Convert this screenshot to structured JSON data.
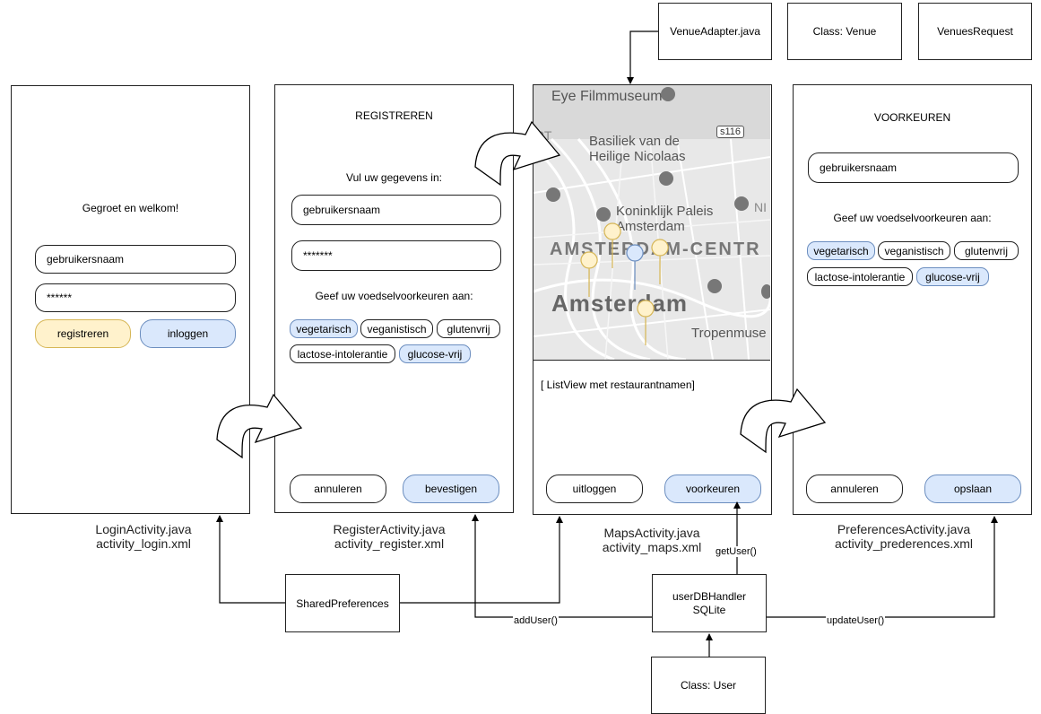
{
  "top_boxes": {
    "venue_adapter": "VenueAdapter.java",
    "class_venue": "Class: Venue",
    "venues_request": "VenuesRequest"
  },
  "login": {
    "greeting": "Gegroet en welkom!",
    "username": "gebruikersnaam",
    "password": "******",
    "register_button": "registreren",
    "login_button": "inloggen",
    "caption_line1": "LoginActivity.java",
    "caption_line2": "activity_login.xml"
  },
  "register": {
    "title": "REGISTREREN",
    "instruction": "Vul uw gegevens in:",
    "username": "gebruikersnaam",
    "password": "*******",
    "pref_label": "Geef uw voedselvoorkeuren aan:",
    "chips": [
      "vegetarisch",
      "veganistisch",
      "glutenvrij",
      "lactose-intolerantie",
      "glucose-vrij"
    ],
    "cancel_button": "annuleren",
    "confirm_button": "bevestigen",
    "caption_line1": "RegisterActivity.java",
    "caption_line2": "activity_register.xml"
  },
  "maps": {
    "map_labels": {
      "eye": "Eye Filmmuseum",
      "basiliek_1": "Basiliek van de",
      "basiliek_2": "Heilige Nicolaas",
      "paleis_1": "Koninklijk Paleis",
      "paleis_2": "Amsterdam",
      "centrum": "AMSTERDAM-CENTR",
      "amsterdam": "Amsterdam",
      "tropen": "Tropenmuse",
      "route": "s116",
      "edge_ns": "NI",
      "edge_ort": "RT"
    },
    "list_placeholder": "[ ListView met restaurantnamen]",
    "logout_button": "uitloggen",
    "preferences_button": "voorkeuren",
    "caption_line1": "MapsActivity.java",
    "caption_line2": "activity_maps.xml"
  },
  "preferences": {
    "title": "VOORKEUREN",
    "username": "gebruikersnaam",
    "pref_label": "Geef uw voedselvoorkeuren aan:",
    "chips": [
      "vegetarisch",
      "veganistisch",
      "glutenvrij",
      "lactose-intolerantie",
      "glucose-vrij"
    ],
    "cancel_button": "annuleren",
    "save_button": "opslaan",
    "caption_line1": "PreferencesActivity.java",
    "caption_line2": "activity_prederences.xml"
  },
  "bottom": {
    "shared_preferences": "SharedPreferences",
    "db_handler_line1": "userDBHandler",
    "db_handler_line2": "SQLite",
    "class_user": "Class: User",
    "add_user": "addUser()",
    "get_user": "getUser()",
    "update_user": "updateUser()"
  },
  "colors": {
    "yellow_fill": "#fff2cc",
    "yellow_stroke": "#d6b656",
    "blue_fill": "#dae8fc",
    "blue_stroke": "#6c8ebf",
    "map_bg": "#e8e8e8"
  }
}
